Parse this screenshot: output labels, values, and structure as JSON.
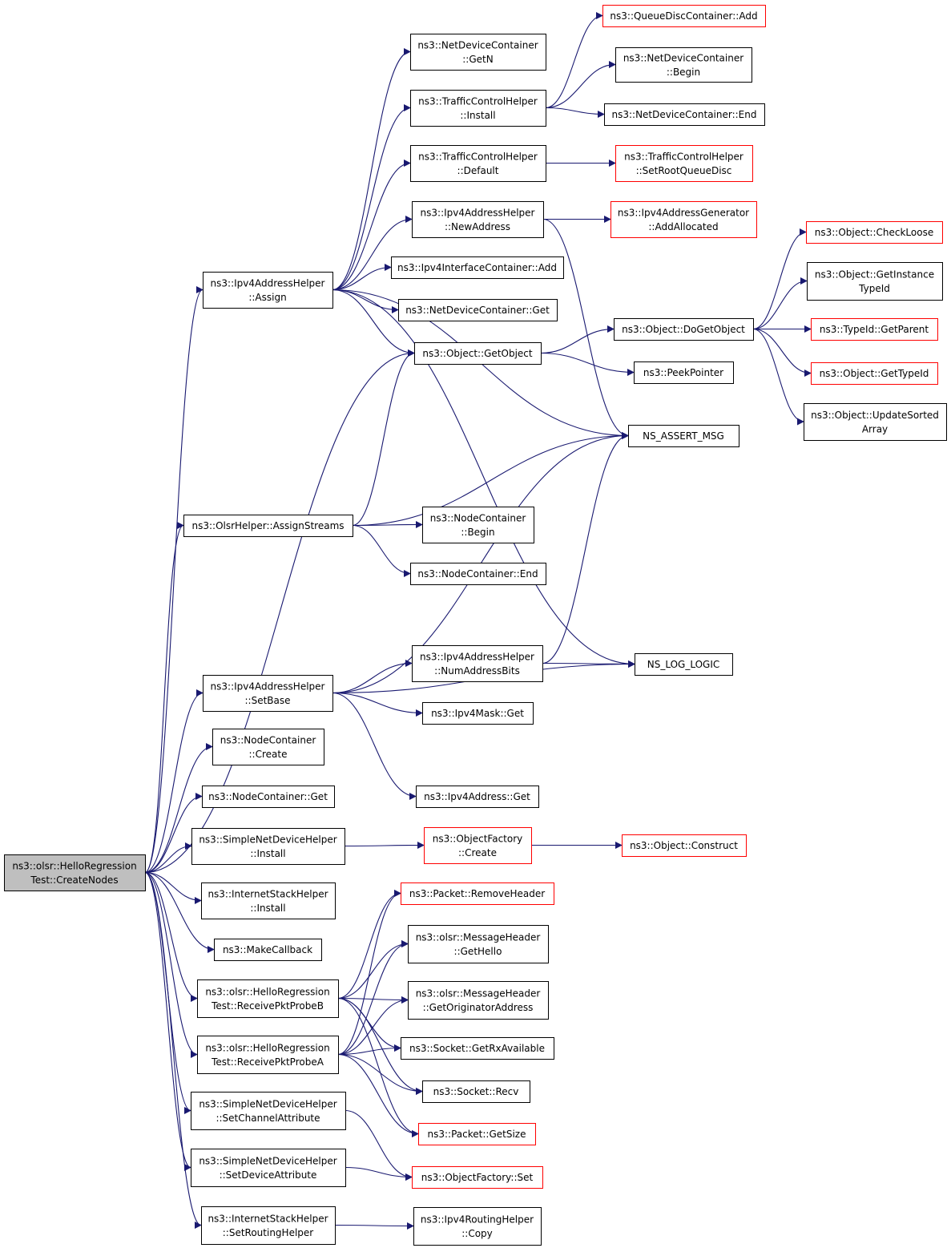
{
  "colors": {
    "background": "#ffffff",
    "edge": "#191970",
    "border_normal": "#000000",
    "border_truncated": "#ff0000",
    "root_fill": "#bfbfbf",
    "node_fill": "#ffffff"
  },
  "nodes": [
    {
      "id": "root",
      "lines": [
        "ns3::olsr::HelloRegression",
        "Test::CreateNodes"
      ],
      "style": "root"
    },
    {
      "id": "ipv4AssignA",
      "lines": [
        "ns3::Ipv4AddressHelper",
        "::Assign"
      ],
      "style": "normal"
    },
    {
      "id": "olsrAssignStreams",
      "lines": [
        "ns3::OlsrHelper::AssignStreams"
      ],
      "style": "normal"
    },
    {
      "id": "ipv4SetBase",
      "lines": [
        "ns3::Ipv4AddressHelper",
        "::SetBase"
      ],
      "style": "normal"
    },
    {
      "id": "nodeContCreate",
      "lines": [
        "ns3::NodeContainer",
        "::Create"
      ],
      "style": "normal"
    },
    {
      "id": "nodeContGet",
      "lines": [
        "ns3::NodeContainer::Get"
      ],
      "style": "normal"
    },
    {
      "id": "simpleNetInstall",
      "lines": [
        "ns3::SimpleNetDeviceHelper",
        "::Install"
      ],
      "style": "normal"
    },
    {
      "id": "inetStackInstall",
      "lines": [
        "ns3::InternetStackHelper",
        "::Install"
      ],
      "style": "normal"
    },
    {
      "id": "makeCallback",
      "lines": [
        "ns3::MakeCallback"
      ],
      "style": "normal"
    },
    {
      "id": "recvProbeB",
      "lines": [
        "ns3::olsr::HelloRegression",
        "Test::ReceivePktProbeB"
      ],
      "style": "normal"
    },
    {
      "id": "recvProbeA",
      "lines": [
        "ns3::olsr::HelloRegression",
        "Test::ReceivePktProbeA"
      ],
      "style": "normal"
    },
    {
      "id": "simpleSetChannelAttr",
      "lines": [
        "ns3::SimpleNetDeviceHelper",
        "::SetChannelAttribute"
      ],
      "style": "normal"
    },
    {
      "id": "simpleSetDeviceAttr",
      "lines": [
        "ns3::SimpleNetDeviceHelper",
        "::SetDeviceAttribute"
      ],
      "style": "normal"
    },
    {
      "id": "inetSetRouting",
      "lines": [
        "ns3::InternetStackHelper",
        "::SetRoutingHelper"
      ],
      "style": "normal"
    },
    {
      "id": "netDevGetN",
      "lines": [
        "ns3::NetDeviceContainer",
        "::GetN"
      ],
      "style": "normal"
    },
    {
      "id": "tcInstall",
      "lines": [
        "ns3::TrafficControlHelper",
        "::Install"
      ],
      "style": "normal"
    },
    {
      "id": "tcDefault",
      "lines": [
        "ns3::TrafficControlHelper",
        "::Default"
      ],
      "style": "normal"
    },
    {
      "id": "ipv4NewAddress",
      "lines": [
        "ns3::Ipv4AddressHelper",
        "::NewAddress"
      ],
      "style": "normal"
    },
    {
      "id": "ipv4IfAdd",
      "lines": [
        "ns3::Ipv4InterfaceContainer::Add"
      ],
      "style": "normal"
    },
    {
      "id": "netDevGet",
      "lines": [
        "ns3::NetDeviceContainer::Get"
      ],
      "style": "normal"
    },
    {
      "id": "objGetObject",
      "lines": [
        "ns3::Object::GetObject"
      ],
      "style": "normal"
    },
    {
      "id": "nodeContBegin",
      "lines": [
        "ns3::NodeContainer",
        "::Begin"
      ],
      "style": "normal"
    },
    {
      "id": "nodeContEnd",
      "lines": [
        "ns3::NodeContainer::End"
      ],
      "style": "normal"
    },
    {
      "id": "ipv4NumAddrBits",
      "lines": [
        "ns3::Ipv4AddressHelper",
        "::NumAddressBits"
      ],
      "style": "normal"
    },
    {
      "id": "ipv4MaskGet",
      "lines": [
        "ns3::Ipv4Mask::Get"
      ],
      "style": "normal"
    },
    {
      "id": "ipv4AddrGet",
      "lines": [
        "ns3::Ipv4Address::Get"
      ],
      "style": "normal"
    },
    {
      "id": "objFactoryCreate",
      "lines": [
        "ns3::ObjectFactory",
        "::Create"
      ],
      "style": "truncated"
    },
    {
      "id": "pktRemoveHeader",
      "lines": [
        "ns3::Packet::RemoveHeader"
      ],
      "style": "truncated"
    },
    {
      "id": "msgHdrGetHello",
      "lines": [
        "ns3::olsr::MessageHeader",
        "::GetHello"
      ],
      "style": "normal"
    },
    {
      "id": "msgHdrGetOrig",
      "lines": [
        "ns3::olsr::MessageHeader",
        "::GetOriginatorAddress"
      ],
      "style": "normal"
    },
    {
      "id": "sockGetRx",
      "lines": [
        "ns3::Socket::GetRxAvailable"
      ],
      "style": "normal"
    },
    {
      "id": "sockRecv",
      "lines": [
        "ns3::Socket::Recv"
      ],
      "style": "normal"
    },
    {
      "id": "pktGetSize",
      "lines": [
        "ns3::Packet::GetSize"
      ],
      "style": "truncated"
    },
    {
      "id": "objFactorySet",
      "lines": [
        "ns3::ObjectFactory::Set"
      ],
      "style": "truncated"
    },
    {
      "id": "ipv4RoutingCopy",
      "lines": [
        "ns3::Ipv4RoutingHelper",
        "::Copy"
      ],
      "style": "normal"
    },
    {
      "id": "qdiscAdd",
      "lines": [
        "ns3::QueueDiscContainer::Add"
      ],
      "style": "truncated"
    },
    {
      "id": "netDevBegin",
      "lines": [
        "ns3::NetDeviceContainer",
        "::Begin"
      ],
      "style": "normal"
    },
    {
      "id": "netDevEnd",
      "lines": [
        "ns3::NetDeviceContainer::End"
      ],
      "style": "normal"
    },
    {
      "id": "tcSetRootQdisc",
      "lines": [
        "ns3::TrafficControlHelper",
        "::SetRootQueueDisc"
      ],
      "style": "truncated"
    },
    {
      "id": "ipv4GenAddAlloc",
      "lines": [
        "ns3::Ipv4AddressGenerator",
        "::AddAllocated"
      ],
      "style": "truncated"
    },
    {
      "id": "objDoGetObject",
      "lines": [
        "ns3::Object::DoGetObject"
      ],
      "style": "normal"
    },
    {
      "id": "peekPointer",
      "lines": [
        "ns3::PeekPointer"
      ],
      "style": "normal"
    },
    {
      "id": "nsAssertMsg",
      "lines": [
        "NS_ASSERT_MSG"
      ],
      "style": "normal"
    },
    {
      "id": "nsLogLogic",
      "lines": [
        "NS_LOG_LOGIC"
      ],
      "style": "normal"
    },
    {
      "id": "objConstruct",
      "lines": [
        "ns3::Object::Construct"
      ],
      "style": "truncated"
    },
    {
      "id": "objCheckLoose",
      "lines": [
        "ns3::Object::CheckLoose"
      ],
      "style": "truncated"
    },
    {
      "id": "objGetInstanceTypeId",
      "lines": [
        "ns3::Object::GetInstance",
        "TypeId"
      ],
      "style": "normal"
    },
    {
      "id": "typeIdGetParent",
      "lines": [
        "ns3::TypeId::GetParent"
      ],
      "style": "truncated"
    },
    {
      "id": "objGetTypeId",
      "lines": [
        "ns3::Object::GetTypeId"
      ],
      "style": "truncated"
    },
    {
      "id": "objUpdateSortedArray",
      "lines": [
        "ns3::Object::UpdateSorted",
        "Array"
      ],
      "style": "normal"
    }
  ],
  "edges": [
    [
      "root",
      "ipv4AssignA"
    ],
    [
      "root",
      "olsrAssignStreams"
    ],
    [
      "root",
      "ipv4SetBase"
    ],
    [
      "root",
      "nodeContCreate"
    ],
    [
      "root",
      "nodeContGet"
    ],
    [
      "root",
      "simpleNetInstall"
    ],
    [
      "root",
      "inetStackInstall"
    ],
    [
      "root",
      "makeCallback"
    ],
    [
      "root",
      "recvProbeB"
    ],
    [
      "root",
      "recvProbeA"
    ],
    [
      "root",
      "simpleSetChannelAttr"
    ],
    [
      "root",
      "simpleSetDeviceAttr"
    ],
    [
      "root",
      "inetSetRouting"
    ],
    [
      "root",
      "objGetObject"
    ],
    [
      "ipv4AssignA",
      "netDevGetN"
    ],
    [
      "ipv4AssignA",
      "tcInstall"
    ],
    [
      "ipv4AssignA",
      "tcDefault"
    ],
    [
      "ipv4AssignA",
      "ipv4NewAddress"
    ],
    [
      "ipv4AssignA",
      "ipv4IfAdd"
    ],
    [
      "ipv4AssignA",
      "netDevGet"
    ],
    [
      "ipv4AssignA",
      "objGetObject"
    ],
    [
      "ipv4AssignA",
      "nsAssertMsg"
    ],
    [
      "ipv4AssignA",
      "nsLogLogic"
    ],
    [
      "tcInstall",
      "qdiscAdd"
    ],
    [
      "tcInstall",
      "netDevBegin"
    ],
    [
      "tcInstall",
      "netDevEnd"
    ],
    [
      "tcDefault",
      "tcSetRootQdisc"
    ],
    [
      "ipv4NewAddress",
      "ipv4GenAddAlloc"
    ],
    [
      "ipv4NewAddress",
      "nsAssertMsg"
    ],
    [
      "objGetObject",
      "objDoGetObject"
    ],
    [
      "objGetObject",
      "peekPointer"
    ],
    [
      "objDoGetObject",
      "objCheckLoose"
    ],
    [
      "objDoGetObject",
      "objGetInstanceTypeId"
    ],
    [
      "objDoGetObject",
      "typeIdGetParent"
    ],
    [
      "objDoGetObject",
      "objGetTypeId"
    ],
    [
      "objDoGetObject",
      "objUpdateSortedArray"
    ],
    [
      "olsrAssignStreams",
      "objGetObject"
    ],
    [
      "olsrAssignStreams",
      "nsAssertMsg"
    ],
    [
      "olsrAssignStreams",
      "nodeContBegin"
    ],
    [
      "olsrAssignStreams",
      "nodeContEnd"
    ],
    [
      "ipv4SetBase",
      "nsAssertMsg"
    ],
    [
      "ipv4SetBase",
      "ipv4NumAddrBits"
    ],
    [
      "ipv4SetBase",
      "ipv4MaskGet"
    ],
    [
      "ipv4SetBase",
      "nsLogLogic"
    ],
    [
      "ipv4SetBase",
      "ipv4AddrGet"
    ],
    [
      "ipv4NumAddrBits",
      "nsLogLogic"
    ],
    [
      "ipv4NumAddrBits",
      "nsAssertMsg"
    ],
    [
      "simpleNetInstall",
      "objFactoryCreate"
    ],
    [
      "objFactoryCreate",
      "objConstruct"
    ],
    [
      "recvProbeB",
      "pktRemoveHeader"
    ],
    [
      "recvProbeB",
      "msgHdrGetHello"
    ],
    [
      "recvProbeB",
      "msgHdrGetOrig"
    ],
    [
      "recvProbeB",
      "sockGetRx"
    ],
    [
      "recvProbeB",
      "sockRecv"
    ],
    [
      "recvProbeB",
      "pktGetSize"
    ],
    [
      "recvProbeA",
      "pktRemoveHeader"
    ],
    [
      "recvProbeA",
      "msgHdrGetHello"
    ],
    [
      "recvProbeA",
      "msgHdrGetOrig"
    ],
    [
      "recvProbeA",
      "sockGetRx"
    ],
    [
      "recvProbeA",
      "sockRecv"
    ],
    [
      "recvProbeA",
      "pktGetSize"
    ],
    [
      "simpleSetChannelAttr",
      "objFactorySet"
    ],
    [
      "simpleSetDeviceAttr",
      "objFactorySet"
    ],
    [
      "inetSetRouting",
      "ipv4RoutingCopy"
    ]
  ]
}
